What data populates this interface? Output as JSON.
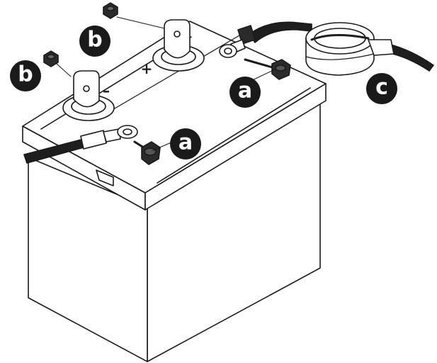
{
  "colors": {
    "line": "#1a1a1a",
    "callout_bg": "#1a1a1a",
    "callout_text": "#ffffff",
    "battery_fill": "#ffffff",
    "cable_fill": "#1e1e1e"
  },
  "terminals": {
    "positive_sign": "+",
    "negative_sign": "–"
  },
  "callouts": [
    {
      "letter": "a",
      "meaning": "bolt"
    },
    {
      "letter": "a",
      "meaning": "bolt"
    },
    {
      "letter": "b",
      "meaning": "nut"
    },
    {
      "letter": "b",
      "meaning": "nut"
    },
    {
      "letter": "c",
      "meaning": "terminal-cover"
    }
  ]
}
